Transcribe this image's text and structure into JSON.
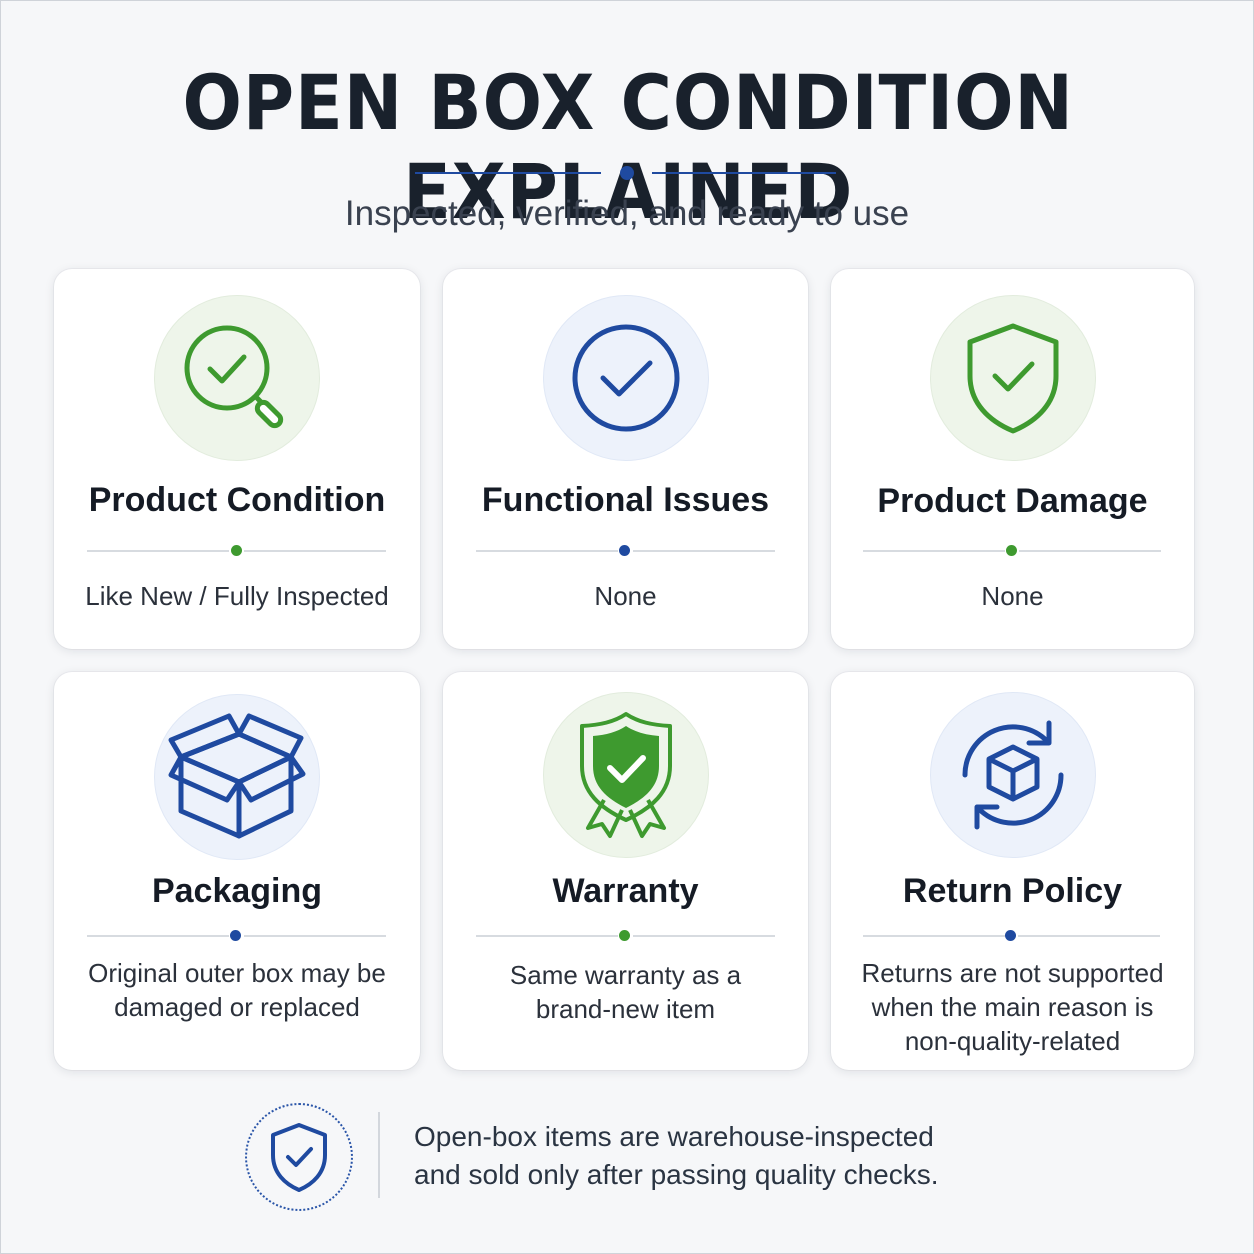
{
  "title": "OPEN BOX CONDITION EXPLAINED",
  "subtitle": "Inspected, verified, and ready to use",
  "colors": {
    "green": "#3e9a2f",
    "blue": "#1f4aa0",
    "dark": "#19212c"
  },
  "cards": [
    {
      "title": "Product Condition",
      "desc_lines": [
        "Like New / Fully Inspected"
      ],
      "icon": "magnifier-check-icon",
      "accent": "green"
    },
    {
      "title": "Functional Issues",
      "desc_lines": [
        "None"
      ],
      "icon": "circle-check-icon",
      "accent": "blue"
    },
    {
      "title": "Product Damage",
      "desc_lines": [
        "None"
      ],
      "icon": "shield-check-icon",
      "accent": "green"
    },
    {
      "title": "Packaging",
      "desc_lines": [
        "Original outer box may be",
        "damaged or replaced"
      ],
      "icon": "open-box-icon",
      "accent": "blue"
    },
    {
      "title": "Warranty",
      "desc_lines": [
        "Same warranty as a",
        "brand-new item"
      ],
      "icon": "warranty-badge-icon",
      "accent": "green"
    },
    {
      "title": "Return Policy",
      "desc_lines": [
        "Returns are not supported",
        "when the main reason is",
        "non-quality-related"
      ],
      "icon": "return-cycle-icon",
      "accent": "blue"
    }
  ],
  "footer": {
    "icon": "shield-check-icon",
    "lines": [
      "Open-box items are warehouse-inspected",
      "and sold only after passing quality checks."
    ]
  }
}
